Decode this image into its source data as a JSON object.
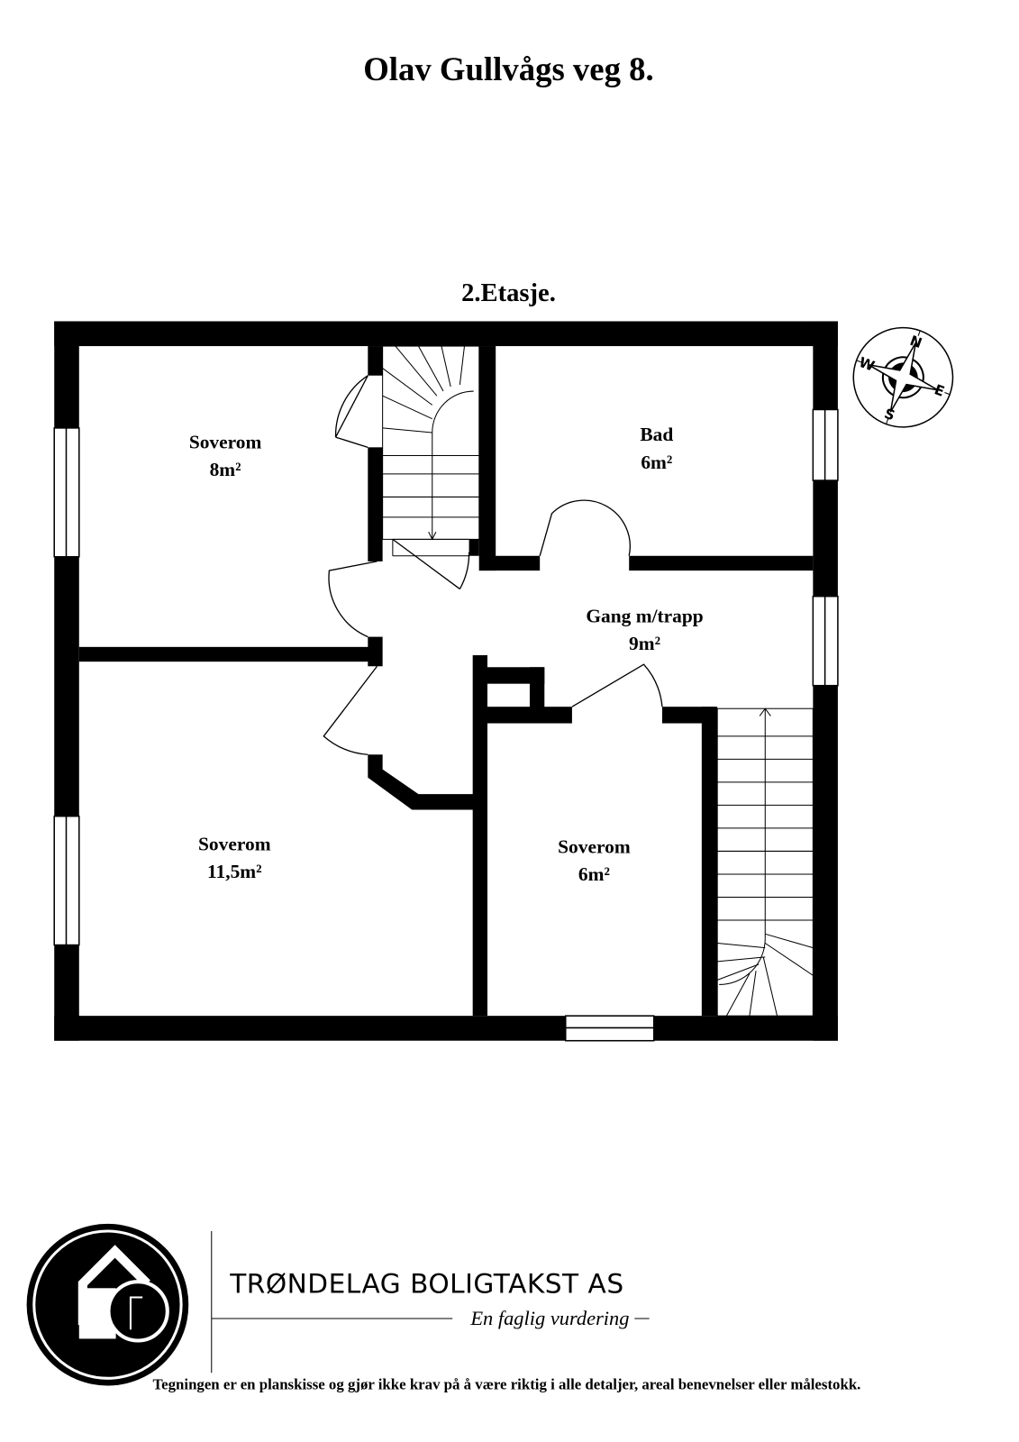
{
  "title": "Olav Gullvågs veg 8.",
  "floor": "2.Etasje.",
  "rooms": [
    {
      "name": "Soverom",
      "area": "8m²"
    },
    {
      "name": "Bad",
      "area": "6m²"
    },
    {
      "name": "Gang m/trapp",
      "area": "9m²"
    },
    {
      "name": "Soverom",
      "area": "11,5m²"
    },
    {
      "name": "Soverom",
      "area": "6m²"
    }
  ],
  "compass": {
    "n": "N",
    "e": "E",
    "s": "S",
    "w": "W"
  },
  "logo": {
    "company": "TRØNDELAG  BOLIGTAKST AS",
    "tagline": "En faglig vurdering"
  },
  "disclaimer": "Tegningen er en planskisse og gjør ikke krav på å være riktig i alle detaljer, areal benevnelser eller målestokk."
}
